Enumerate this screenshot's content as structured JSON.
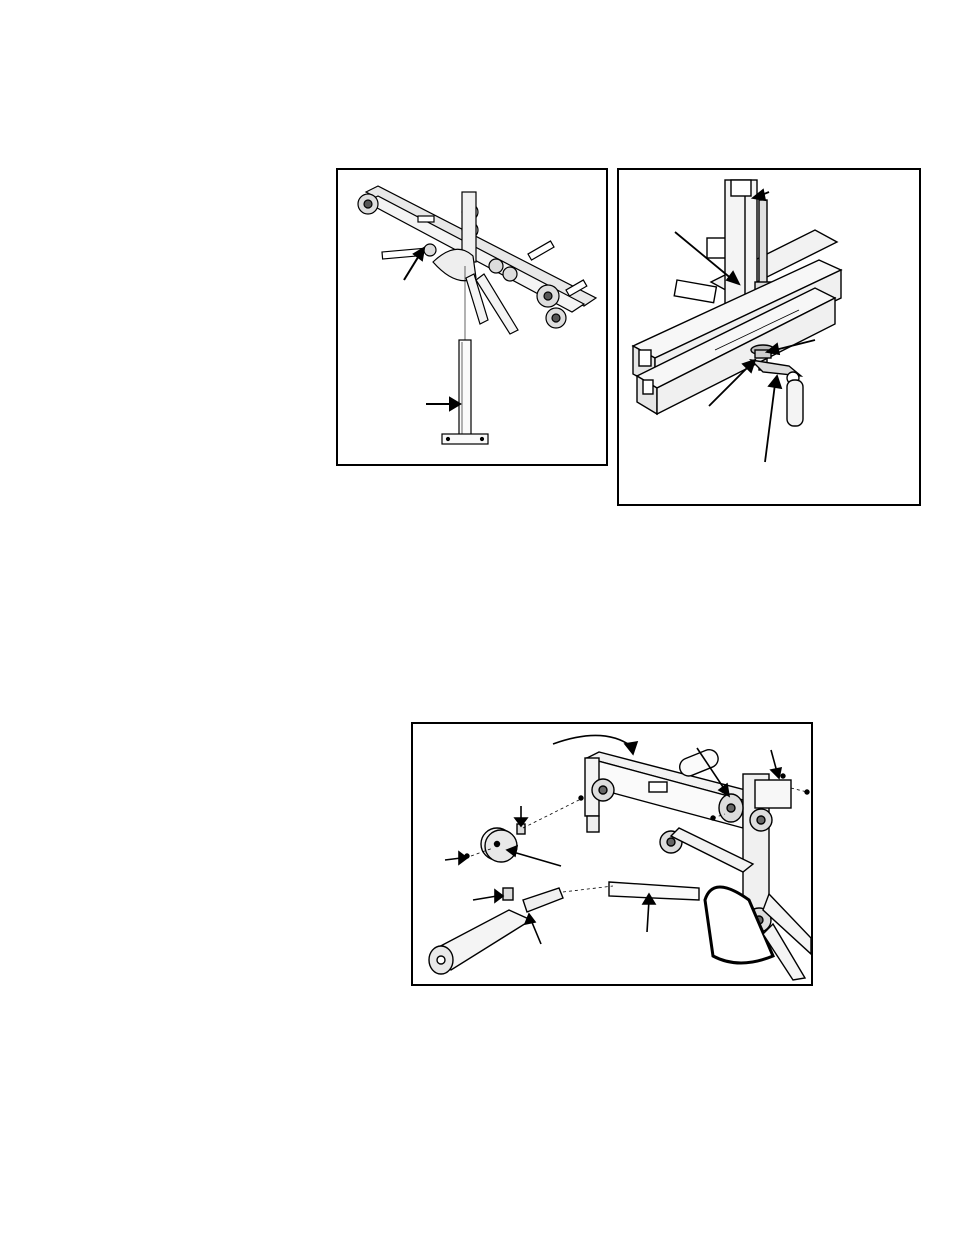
{
  "figures": [
    {
      "id": "figure-1",
      "description_name": "frame-and-upright-assembly",
      "callouts": 2
    },
    {
      "id": "figure-2",
      "description_name": "upright-pivot-detail",
      "callouts": 5
    },
    {
      "id": "figure-3",
      "description_name": "leg-developer-assembly",
      "callouts": 9
    }
  ],
  "colors": {
    "ink": "#000000",
    "paper": "#ffffff",
    "shade": "#cfcfcf",
    "mid": "#8a8a8a"
  }
}
